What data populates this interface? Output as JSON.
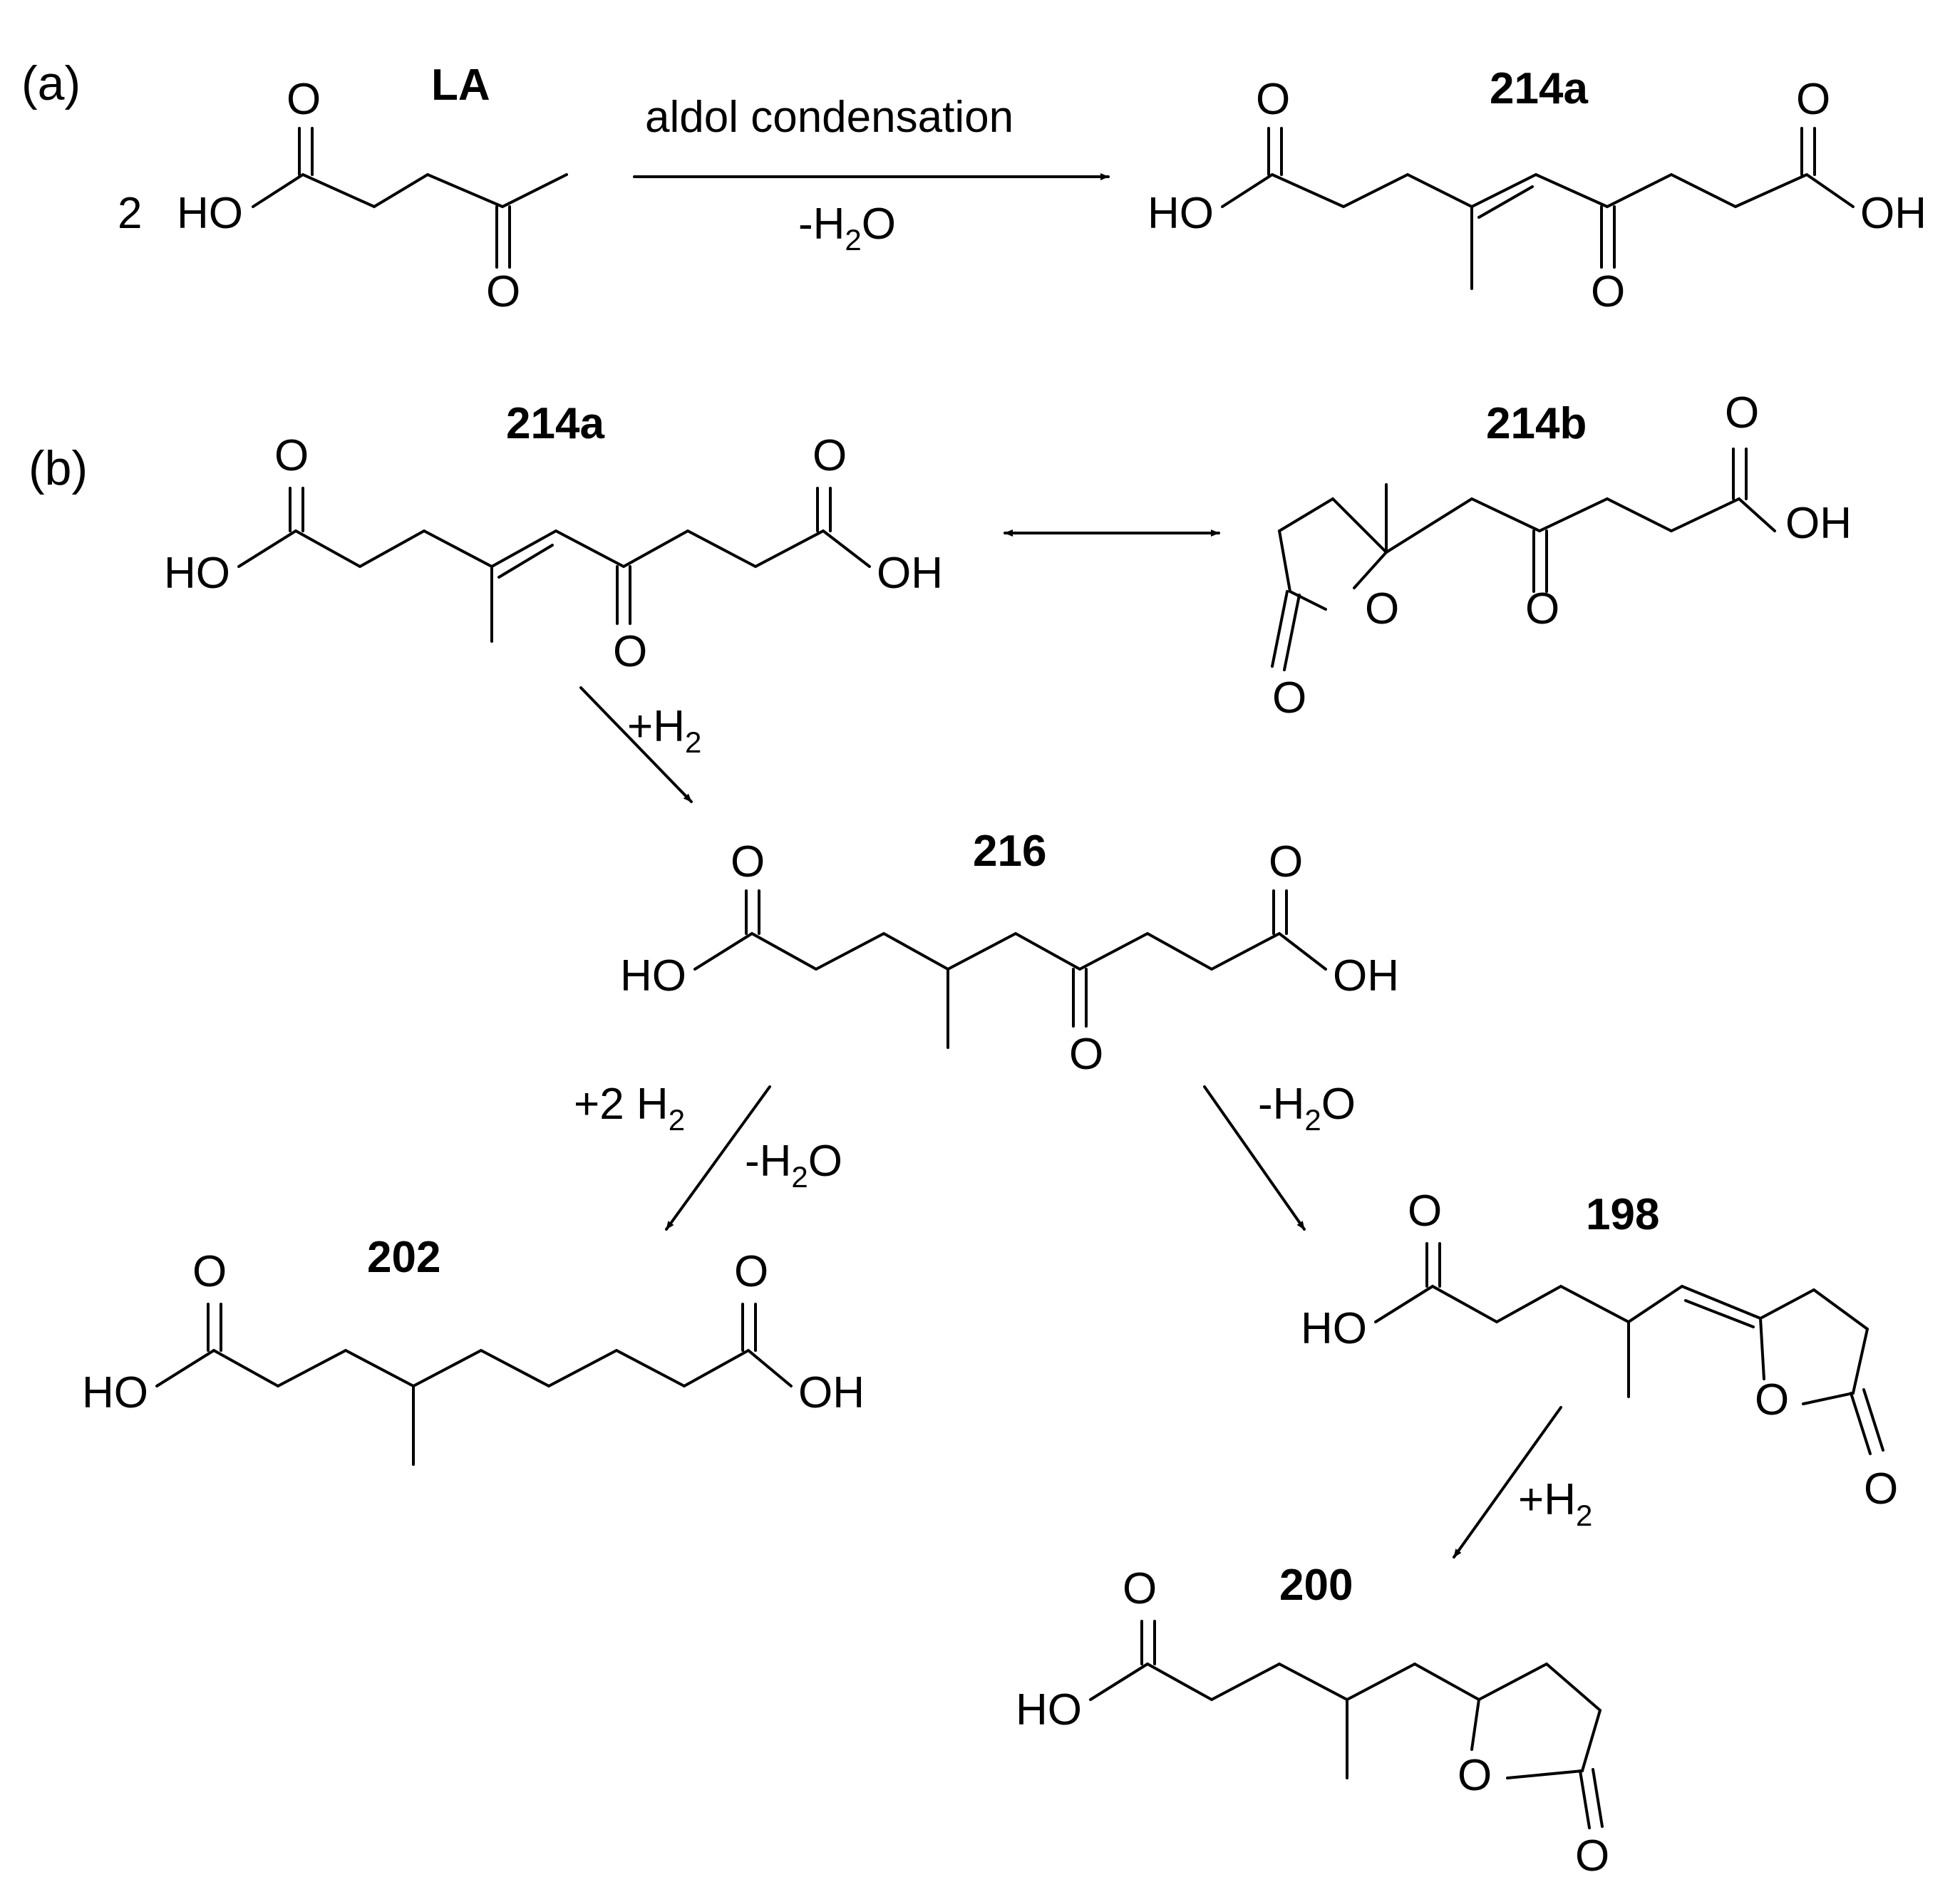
{
  "panels": {
    "a": "(a)",
    "b": "(b)"
  },
  "coefficient": "2",
  "compounds": {
    "la": "LA",
    "c214a": "214a",
    "c214b": "214b",
    "c216": "216",
    "c202": "202",
    "c198": "198",
    "c200": "200"
  },
  "atoms": {
    "oxygen": "O",
    "hydroxyl_left": "HO",
    "hydroxyl_right": "OH"
  },
  "conditions": {
    "aldol": "aldol condensation",
    "minus": "-H",
    "plus": "+H",
    "plus2": "+2 H",
    "h2_sub": "2",
    "water_o": "O"
  }
}
